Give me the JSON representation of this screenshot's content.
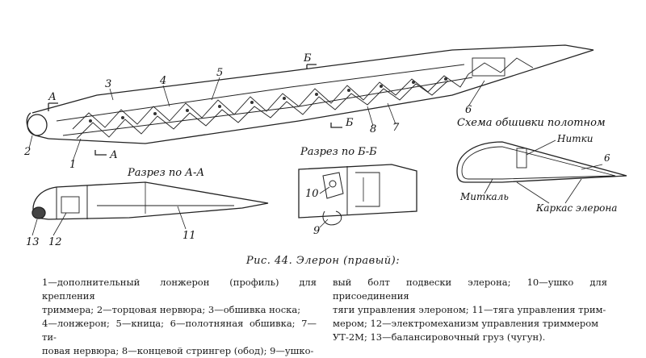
{
  "figure": {
    "callouts": [
      "1",
      "2",
      "3",
      "4",
      "5",
      "6",
      "7",
      "8",
      "9",
      "10",
      "11",
      "12",
      "13"
    ],
    "section_marks": {
      "a_top": "А",
      "a_bottom": "А",
      "b_top": "Б",
      "b_bottom": "Б"
    },
    "section_titles": {
      "aa": "Разрез по А-А",
      "bb": "Разрез по Б-Б",
      "scheme": "Схема обшивки полотном"
    },
    "scheme_labels": {
      "threads": "Нитки",
      "six": "6",
      "fabric": "Миткаль",
      "frame": "Каркас элерона"
    }
  },
  "caption": "Рис. 44. Элерон (правый):",
  "legend": {
    "left": [
      "1—дополнительный лонжерон (профиль) для крепления",
      "триммера; 2—торцовая нервюра; 3—обшивка носка;",
      "4—лонжерон; 5—кница; 6—полотняная обшивка; 7—ти-",
      "повая нервюра; 8—концевой стрингер (обод); 9—ушко-"
    ],
    "right": [
      "вый болт подвески элерона; 10—ушко для присоединения",
      "тяги управления элероном; 11—тяга управления трим-",
      "мером; 12—электромеханизм управления триммером",
      "УТ-2М; 13—балансировочный груз (чугун)."
    ]
  }
}
